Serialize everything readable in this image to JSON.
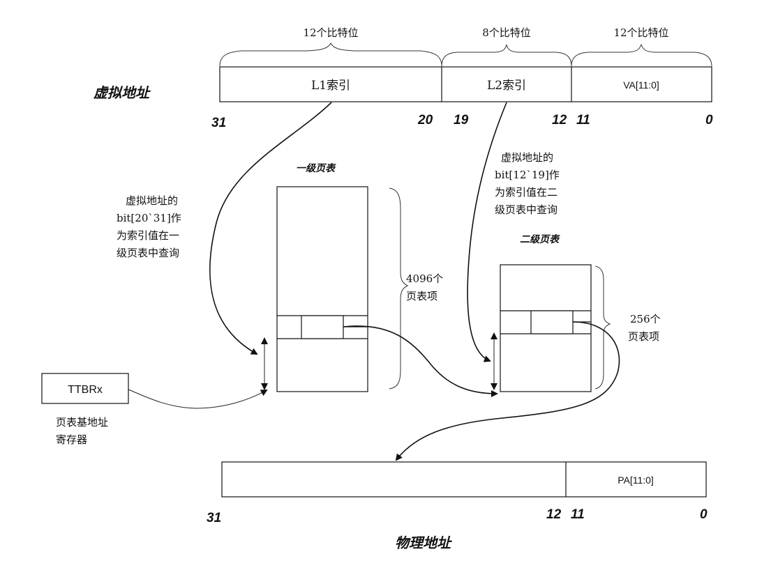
{
  "virtual_address": {
    "label": "虚拟地址",
    "fields": {
      "l1": {
        "text": "L1索引",
        "width_label": "12个比特位",
        "hi_bit": "31",
        "lo_bit": "20"
      },
      "l2": {
        "text": "L2索引",
        "width_label": "8个比特位",
        "hi_bit": "19",
        "lo_bit": "12"
      },
      "offset": {
        "text": "VA[11:0]",
        "width_label": "12个比特位",
        "hi_bit": "11",
        "lo_bit": "0"
      }
    }
  },
  "l1_table": {
    "title": "一级页表",
    "count_lines": [
      "4096个",
      "页表项"
    ],
    "note_lines": [
      "虚拟地址的",
      "bit[20`31]作",
      "为索引值在一",
      "级页表中查询"
    ]
  },
  "l2_table": {
    "title": "二级页表",
    "count_lines": [
      "256个",
      "页表项"
    ],
    "note_lines": [
      "虚拟地址的",
      "bit[12`19]作",
      "为索引值在二",
      "级页表中查询"
    ]
  },
  "ttbr": {
    "name": "TTBRx",
    "caption_lines": [
      "页表基地址",
      "寄存器"
    ]
  },
  "physical_address": {
    "label": "物理地址",
    "fields": {
      "base": {
        "hi_bit": "31",
        "lo_bit": "12"
      },
      "offset": {
        "text": "PA[11:0]",
        "hi_bit": "11",
        "lo_bit": "0"
      }
    }
  }
}
